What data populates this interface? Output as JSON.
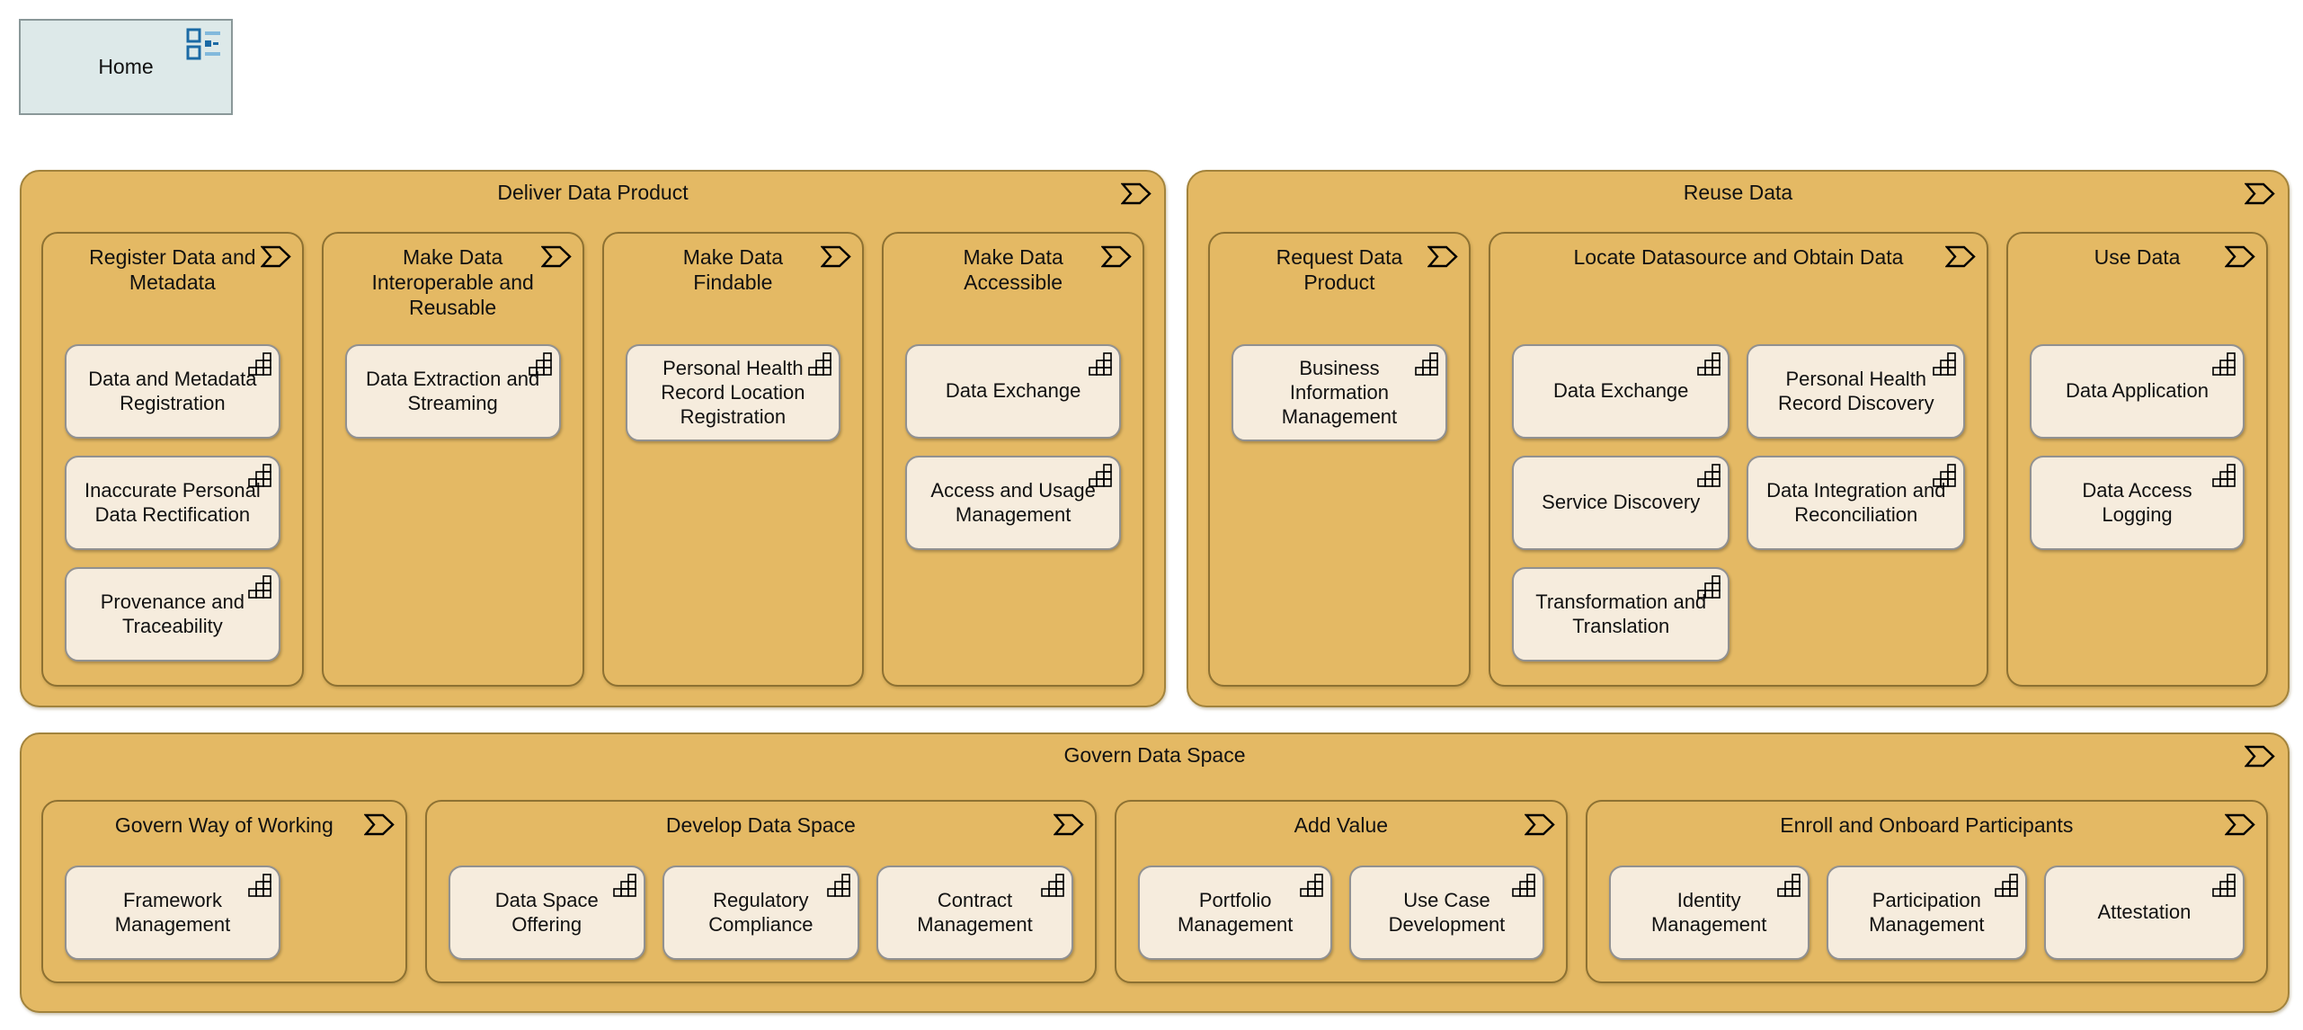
{
  "home": {
    "label": "Home"
  },
  "colors": {
    "value_stream_fill": "#e4b964",
    "value_stream_border": "#a2833c",
    "stage_border": "#8d7132",
    "capability_fill": "#f6ecdd",
    "capability_border": "#919191",
    "home_fill": "#dde9e9",
    "home_border": "#8a9899",
    "home_icon_blue_dark": "#1b6aa5",
    "home_icon_blue_light": "#82b9dc",
    "icon_stroke": "#000000"
  },
  "icons": {
    "stream_icon": "value-stream-chevron",
    "capability_icon": "capability-stairs",
    "home_icon": "diagram-icon"
  },
  "streams": [
    {
      "title": "Deliver Data Product",
      "stages": [
        {
          "title": "Register Data and Metadata",
          "caps": [
            "Data and Metadata Registration",
            "Inaccurate Personal Data Rectification",
            "Provenance and Traceability"
          ]
        },
        {
          "title": "Make Data Interoperable and Reusable",
          "caps": [
            "Data Extraction and Streaming"
          ]
        },
        {
          "title": "Make Data Findable",
          "caps": [
            "Personal Health Record Location Registration"
          ]
        },
        {
          "title": "Make Data Accessible",
          "caps": [
            "Data Exchange",
            "Access and Usage Management"
          ]
        }
      ]
    },
    {
      "title": "Reuse Data",
      "stages": [
        {
          "title": "Request Data Product",
          "caps": [
            "Business Information Management"
          ]
        },
        {
          "title": "Locate Datasource and Obtain Data",
          "caps": [
            "Data Exchange",
            "Personal Health Record Discovery",
            "Service Discovery",
            "Data Integration and Reconciliation",
            "Transformation and Translation"
          ]
        },
        {
          "title": "Use Data",
          "caps": [
            "Data Application",
            "Data Access Logging"
          ]
        }
      ]
    },
    {
      "title": "Govern Data Space",
      "stages": [
        {
          "title": "Govern Way of Working",
          "caps": [
            "Framework Management"
          ]
        },
        {
          "title": "Develop Data Space",
          "caps": [
            "Data Space Offering",
            "Regulatory Compliance",
            "Contract Management"
          ]
        },
        {
          "title": "Add Value",
          "caps": [
            "Portfolio Management",
            "Use Case Development"
          ]
        },
        {
          "title": "Enroll and Onboard Participants",
          "caps": [
            "Identity Management",
            "Participation Management",
            "Attestation"
          ]
        }
      ]
    }
  ]
}
